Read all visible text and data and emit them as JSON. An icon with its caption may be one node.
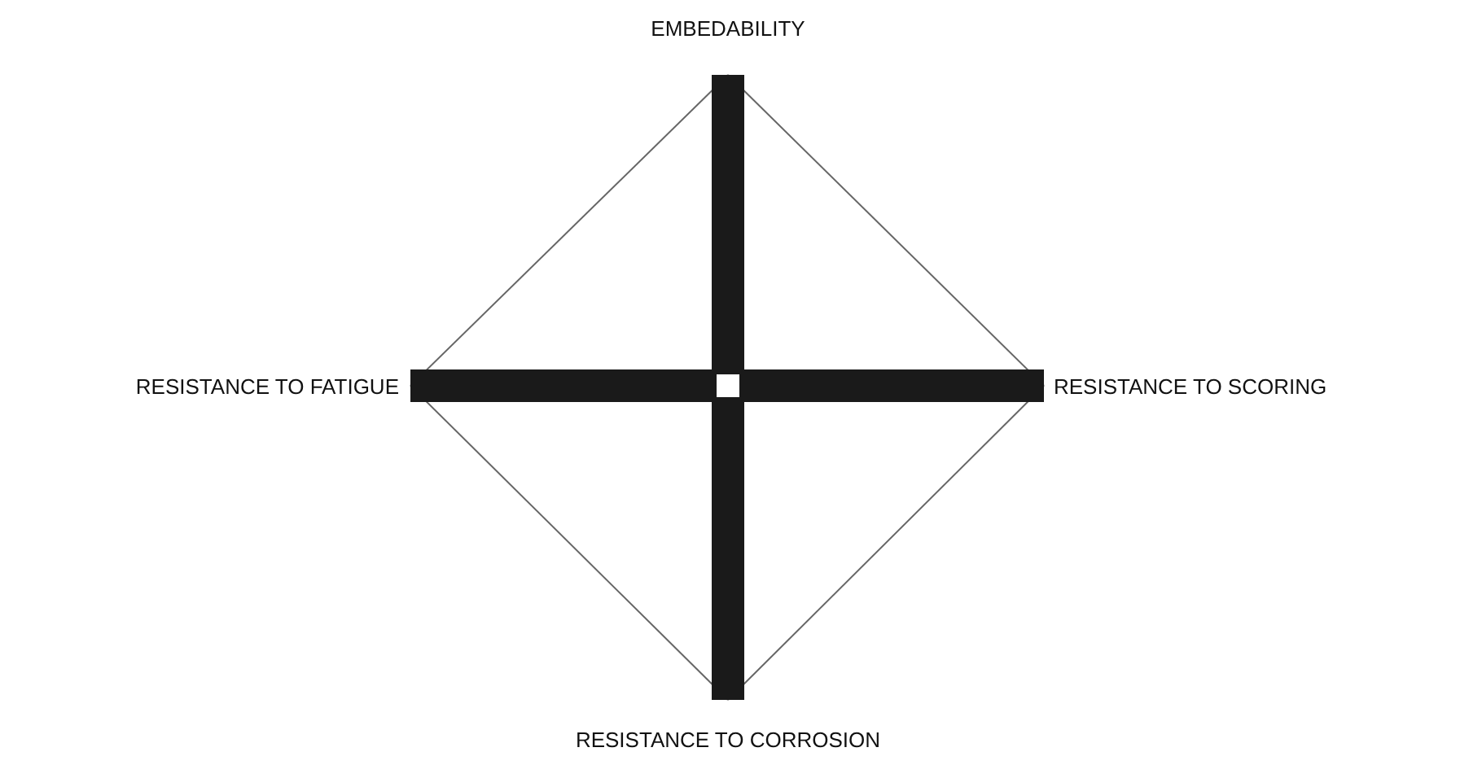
{
  "diagram": {
    "nodes": [
      {
        "text": [
          "EMBEDABILITY"
        ]
      },
      {
        "text": [
          "RESISTANCE TO FATIGUE"
        ]
      },
      {
        "text": [],
        "shape": "box"
      },
      {
        "text": [
          "RESISTANCE TO SCORING"
        ]
      },
      {
        "text": [
          "RESISTANCE TO CORROSION"
        ]
      }
    ],
    "edges": [
      {
        "from": 2,
        "to": 0,
        "arrow": "none",
        "style": "thick"
      },
      {
        "from": 2,
        "to": 1,
        "arrow": "none",
        "style": "thick"
      },
      {
        "from": 2,
        "to": 3,
        "arrow": "none",
        "style": "thick"
      },
      {
        "from": 2,
        "to": 4,
        "arrow": "none",
        "style": "thick"
      },
      {
        "from": 0,
        "to": 3,
        "arrow": "none"
      },
      {
        "from": 3,
        "to": 4,
        "arrow": "none"
      },
      {
        "from": 4,
        "to": 1,
        "arrow": "none"
      },
      {
        "from": 1,
        "to": 0,
        "arrow": "none"
      }
    ]
  }
}
